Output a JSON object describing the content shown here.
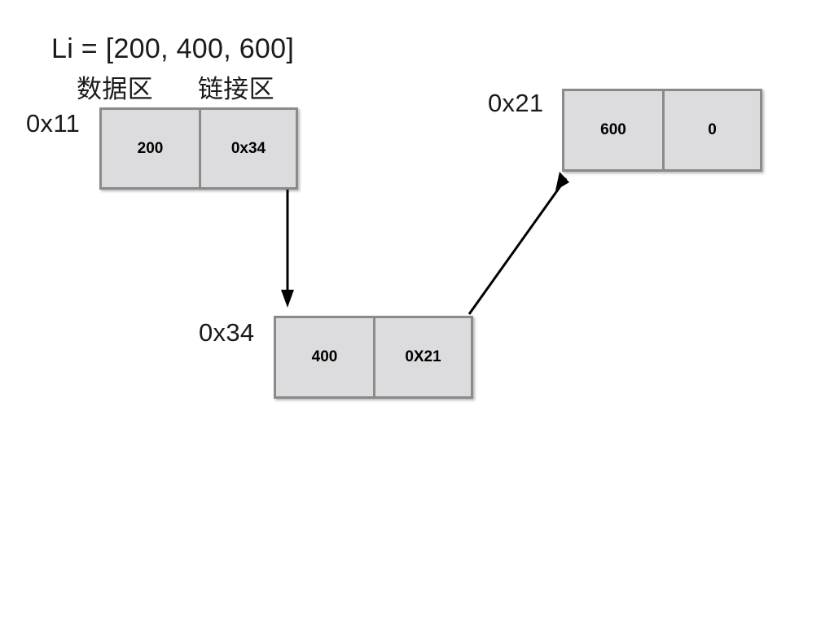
{
  "diagram": {
    "title": "Li = [200, 400, 600]",
    "column_headers": {
      "data": "数据区",
      "link": "链接区"
    },
    "nodes": [
      {
        "address_label": "0x11",
        "data_value": "200",
        "link_value": "0x34"
      },
      {
        "address_label": "0x34",
        "data_value": "400",
        "link_value": "0X21"
      },
      {
        "address_label": "0x21",
        "data_value": "600",
        "link_value": "0"
      }
    ],
    "arrows": [
      {
        "name": "arrow-node1-to-node2",
        "from": "0x11 link cell",
        "to": "0x34 node"
      },
      {
        "name": "arrow-node2-to-node3",
        "from": "0x34 link cell",
        "to": "0x21 node"
      }
    ],
    "colors": {
      "cell_fill": "#dcdcde",
      "cell_border": "#8a8a8a",
      "text": "#000000",
      "annotation_text": "#1a1a1a",
      "arrow": "#000000",
      "background": "#ffffff"
    }
  }
}
